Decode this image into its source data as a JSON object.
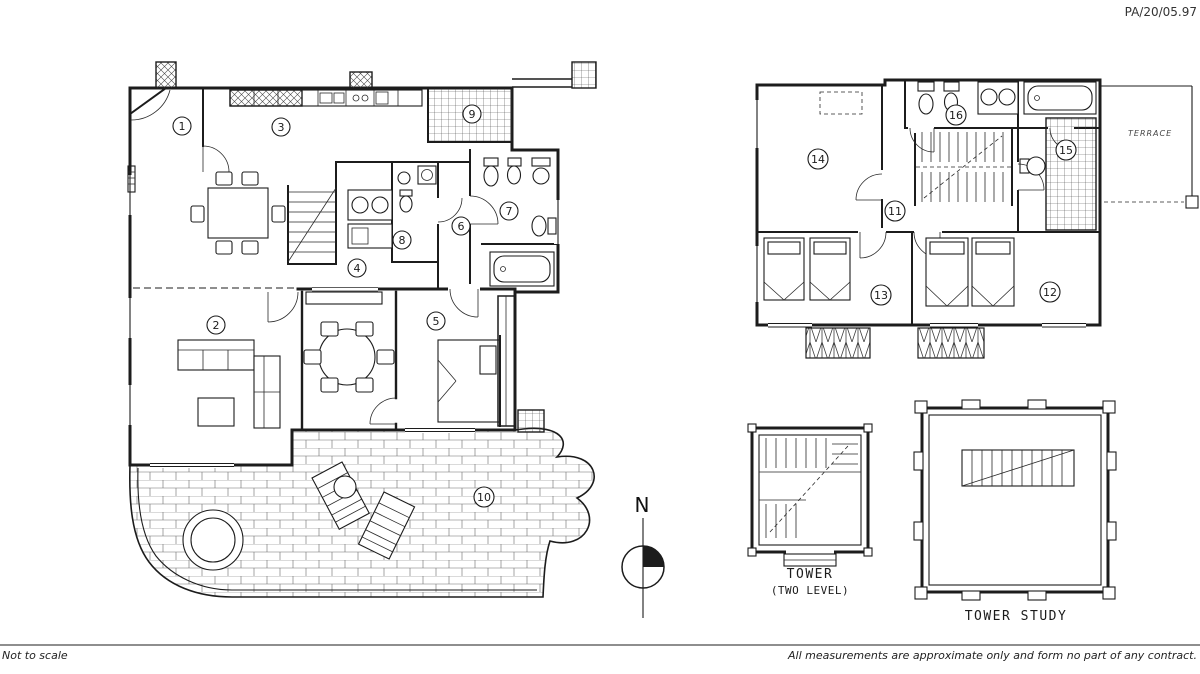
{
  "document": {
    "reference": "PA/20/05.97",
    "footer": {
      "left": "Not to scale",
      "right": "All measurements are approximate only and form no part of any contract."
    }
  },
  "compass": {
    "north_label": "N"
  },
  "main_plan": {
    "rooms": [
      {
        "number": "1"
      },
      {
        "number": "2"
      },
      {
        "number": "3"
      },
      {
        "number": "4"
      },
      {
        "number": "5"
      },
      {
        "number": "6"
      },
      {
        "number": "7"
      },
      {
        "number": "8"
      },
      {
        "number": "9"
      },
      {
        "number": "10"
      }
    ]
  },
  "upper_plan": {
    "rooms": [
      {
        "number": "11"
      },
      {
        "number": "12"
      },
      {
        "number": "13"
      },
      {
        "number": "14"
      },
      {
        "number": "15"
      },
      {
        "number": "16"
      }
    ],
    "terrace_note": "TERRACE"
  },
  "tower_plan": {
    "label": "TOWER",
    "sublabel": "(TWO LEVEL)"
  },
  "tower_study_plan": {
    "label": "TOWER STUDY"
  }
}
